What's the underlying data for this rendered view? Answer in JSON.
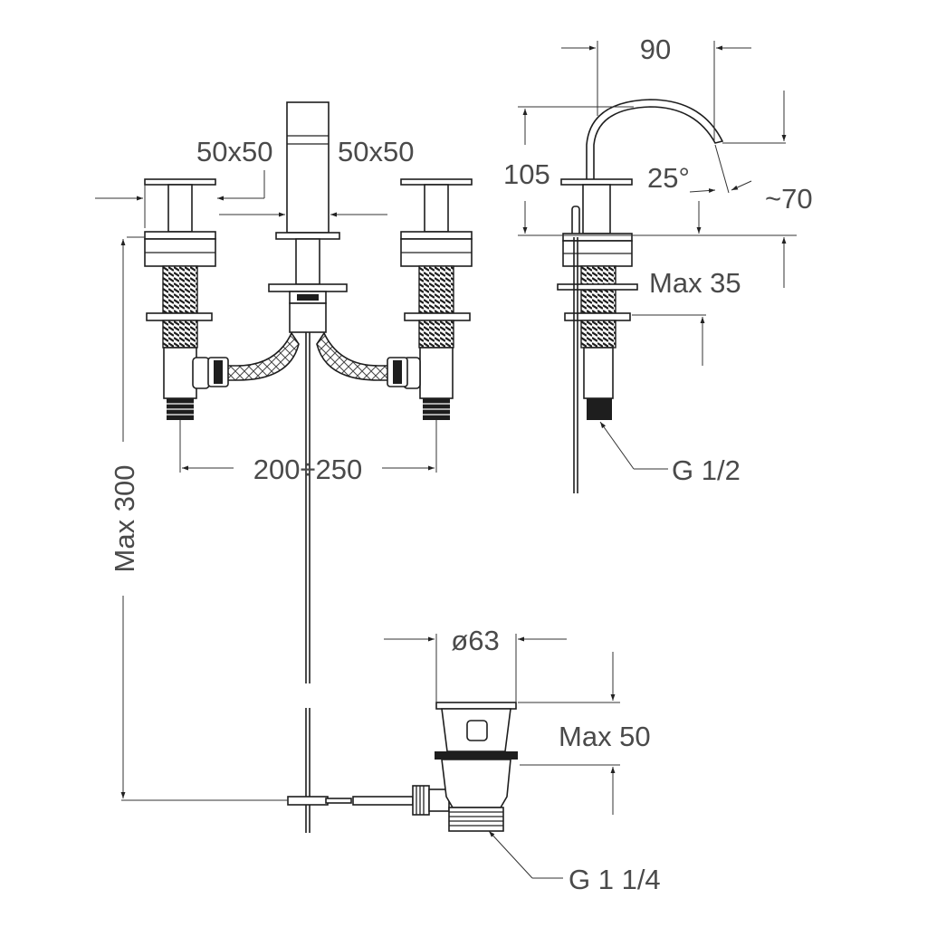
{
  "labels": {
    "handle_size_left": "50x50",
    "handle_size_right": "50x50",
    "spacing": "200÷250",
    "max_pipe_length": "Max 300",
    "spout_reach": "90",
    "spout_height": "105",
    "spout_angle": "25°",
    "spout_outlet": "~70",
    "max_deck_thickness": "Max 35",
    "inlet_thread": "G 1/2",
    "waste_diameter": "ø63",
    "max_basin_thickness": "Max 50",
    "waste_thread": "G 1 1/4"
  }
}
